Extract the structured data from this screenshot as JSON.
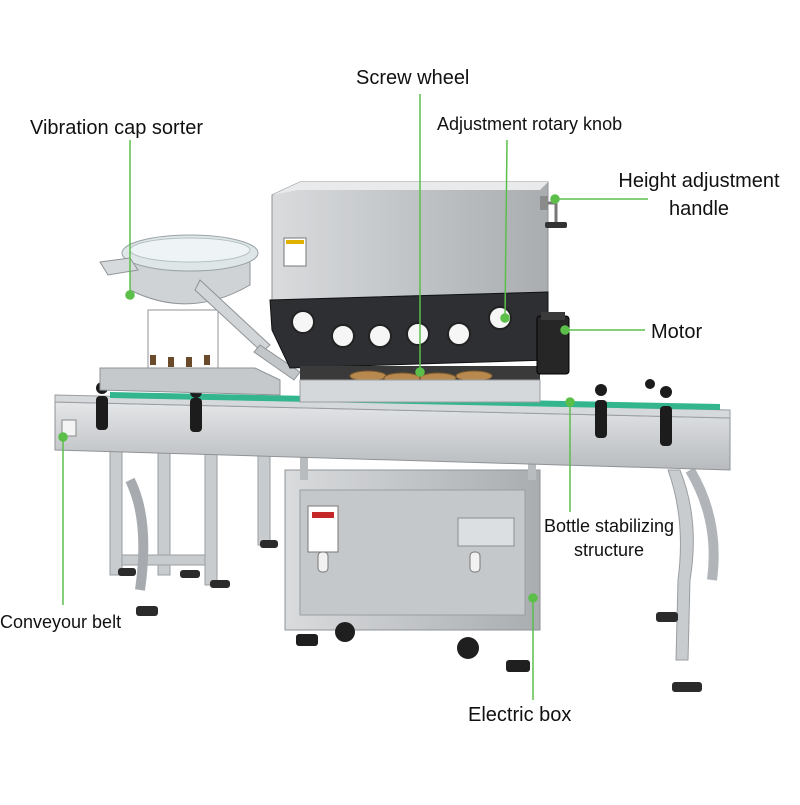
{
  "labels": {
    "vibration_cap_sorter": "Vibration cap sorter",
    "screw_wheel": "Screw wheel",
    "adjustment_rotary_knob": "Adjustment rotary knob",
    "height_adjustment_line1": "Height adjustment",
    "height_adjustment_line2": "handle",
    "motor": "Motor",
    "bottle_stabilizing_line1": "Bottle stabilizing",
    "bottle_stabilizing_line2": "structure",
    "conveyor_belt": "Conveyour belt",
    "electric_box": "Electric box"
  },
  "colors": {
    "leader_line": "#5bbf4a",
    "machine_steel": "#c9ccce",
    "machine_dark": "#2d2f33",
    "conveyor_green": "#33b58d"
  }
}
